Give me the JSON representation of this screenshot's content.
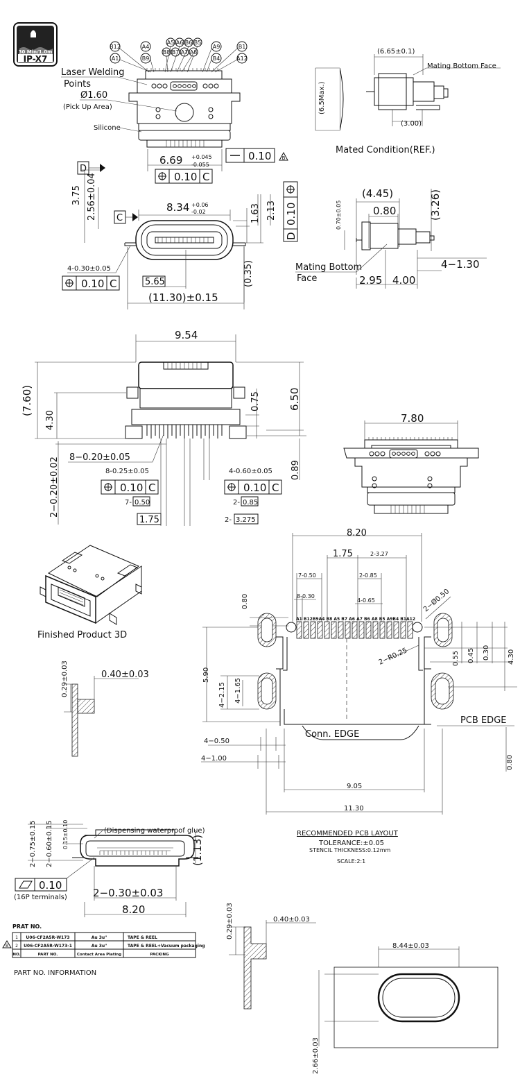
{
  "badge": {
    "depth": "30 Min/1.0m",
    "rating": "IP-X7"
  },
  "top_view": {
    "pins_left": [
      "B12",
      "A1",
      "A4",
      "B9"
    ],
    "pins_mid": [
      "A5",
      "A6",
      "B6",
      "B5",
      "B8",
      "B7",
      "A7",
      "A8"
    ],
    "pins_right": [
      "A9",
      "B4",
      "B1",
      "A12"
    ],
    "laser_welding": "Laser Welding",
    "points": "Points",
    "pick_up_dia": "Ø1.60",
    "pick_up_area": "(Pick Up Area)",
    "silicone": "Silicone",
    "width_dim": "6.69",
    "width_tol_upper": "+0.045",
    "width_tol_lower": "-0.055",
    "flatness": "0.10",
    "rev_mark": "B",
    "position_tol": "0.10",
    "position_datum": "C"
  },
  "mated": {
    "length": "(6.65±0.1)",
    "max": "(6.5Max.)",
    "mating_face": "Mating Bottom Face",
    "offset": "(3.00)",
    "title": "Mated Condition(REF.)"
  },
  "front_view": {
    "datum_d": "D",
    "datum_c": "C",
    "h375": "3.75",
    "h256": "2.56±0.04",
    "w834": "8.34",
    "w834_upper": "+0.06",
    "w834_lower": "-0.02",
    "h163": "1.63",
    "h213": "2.13",
    "pos_d_tol": "0.10",
    "pos_d_datum": "D",
    "holes": "4-0.30±0.05",
    "pos_tol": "0.10",
    "pos_datum": "C",
    "w565": "5.65",
    "h035": "(0.35)",
    "w1130": "(11.30)±0.15"
  },
  "side_view": {
    "w445": "(4.45)",
    "w080": "0.80",
    "h326": "(3.26)",
    "h070": "0.70±0.05",
    "mating_bottom": "Mating Bottom",
    "face": "Face",
    "d295": "2.95",
    "d400": "4.00",
    "d130": "4−1.30"
  },
  "bottom_view": {
    "w954": "9.54",
    "h760": "(7.60)",
    "h430": "4.30",
    "h075": "0.75",
    "h650": "6.50",
    "pins": "8−0.20±0.05",
    "pins2": "8-0.25±0.05",
    "pos_tol_l": "0.10",
    "pos_datum_l": "C",
    "holes": "4-0.60±0.05",
    "pos_tol_r": "0.10",
    "pos_datum_r": "C",
    "h020": "2−0.20±0.02",
    "h089": "0.89",
    "p7_prefix": "7-",
    "p7_val": "0.50",
    "p2_prefix": "2-",
    "p2_val": "0.85",
    "w175": "1.75",
    "p2b_prefix": "2-",
    "p2b_val": "3.275"
  },
  "rear_view": {
    "w780": "7.80"
  },
  "finished_3d": "Finished Product 3D",
  "pcb": {
    "w820": "8.20",
    "w175": "1.75",
    "w327": "2-3.27",
    "p7": "7-0.50",
    "p2": "2-0.85",
    "h080": "0.80",
    "p8": "8-0.30",
    "p4": "4-0.65",
    "pin_row": [
      "A1",
      "B12",
      "B9",
      "A4",
      "B8",
      "A5",
      "B7",
      "A6",
      "A7",
      "B6",
      "A8",
      "B5",
      "A9",
      "B4",
      "B1",
      "A12"
    ],
    "d050": "2−Ø0.50",
    "r025": "2−R0.25",
    "h055": "0.55",
    "h045": "0.45",
    "h030": "0.30",
    "h430": "4.30",
    "h590": "5.90",
    "h215": "4−2.15",
    "h165": "4−1.65",
    "pcb_edge": "PCB EDGE",
    "conn_edge": "Conn. EDGE",
    "w050": "4−0.50",
    "w100": "4−1.00",
    "h080b": "0.80",
    "w905": "9.05",
    "w1130": "11.30",
    "title": "RECOMMENDED PCB LAYOUT",
    "tolerance": "TOLERANCE:±0.05",
    "stencil": "STENCIL THICKNESS:0.12mm",
    "scale": "SCALE:2:1"
  },
  "section1": {
    "t029": "0.29±0.03",
    "t040": "0.40±0.03"
  },
  "section2": {
    "h075": "2−0.75±0.15",
    "h060": "2−0.60±0.15",
    "h015": "0.15±0.10",
    "glue": "(Dispensing waterproof glue)",
    "h113": "(1.13)",
    "flat": "0.10",
    "terminals": "(16P terminals)",
    "w030": "2−0.30±0.03",
    "w820": "8.20"
  },
  "part_table": {
    "title": "PRAT NO.",
    "headers": [
      "NO.",
      "PART NO.",
      "Contact Area Plating",
      "PACKING"
    ],
    "rows": [
      [
        "1",
        "U06-CF2A5R-W173",
        "Au 3u\"",
        "TAPE & REEL"
      ],
      [
        "2",
        "U06-CF2A5R-W173-1",
        "Au 3u\"",
        "TAPE & REEL+Vacuum packaging"
      ]
    ],
    "rev_mark": "B",
    "info": "PART NO. INFORMATION"
  },
  "section3": {
    "t029": "0.29±0.03",
    "t040": "0.40±0.03"
  },
  "cutout": {
    "w844": "8.44±0.03",
    "h266": "2.66±0.03"
  }
}
